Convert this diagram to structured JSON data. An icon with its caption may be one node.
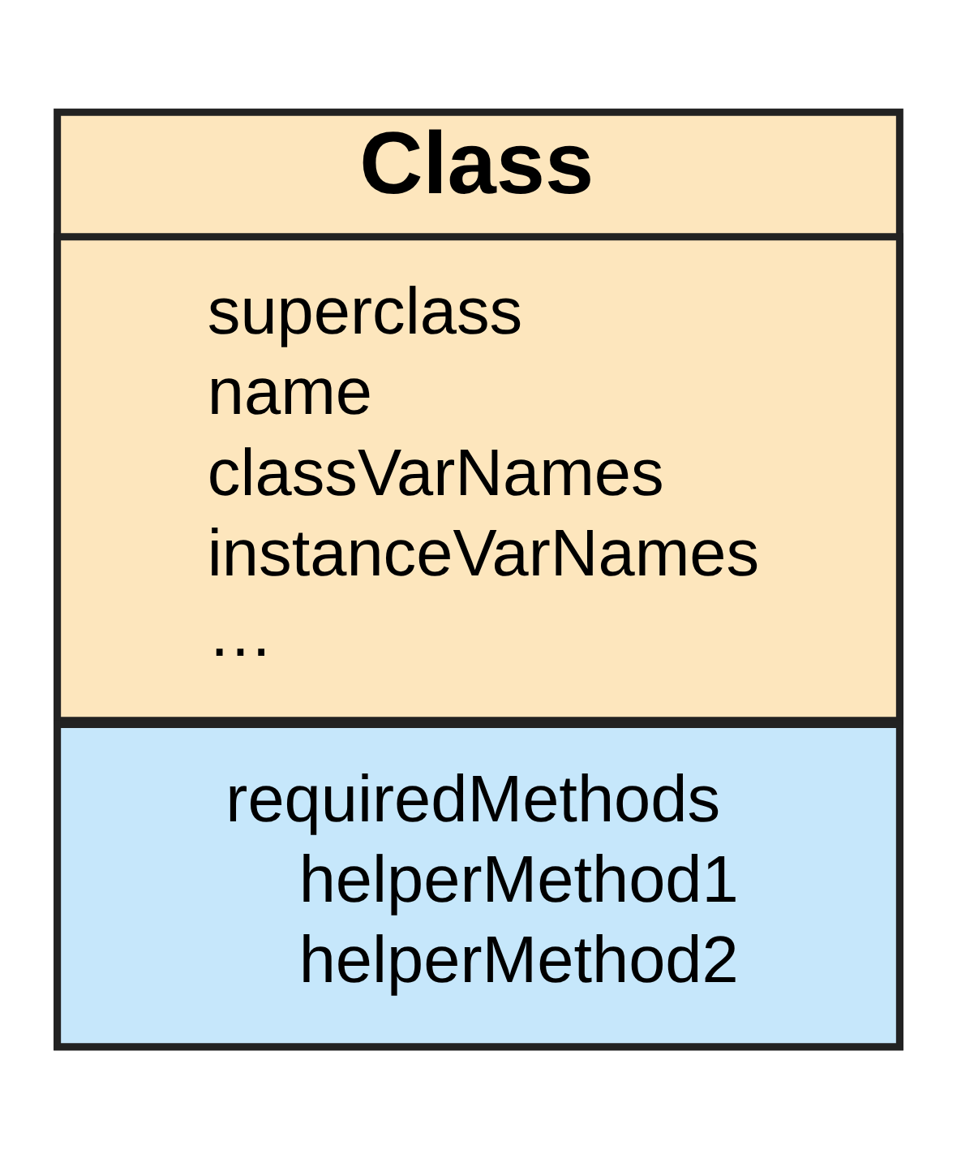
{
  "diagram": {
    "nodes": [
      {
        "text": [
          "Class"
        ]
      },
      {
        "text": [
          "superclass",
          "name",
          "classVarNames",
          "instanceVarNames",
          "…"
        ],
        "in": 0
      },
      {
        "text": [
          "requiredMethods",
          "helperMethod1",
          "helperMethod2"
        ],
        "in": 0
      }
    ]
  }
}
